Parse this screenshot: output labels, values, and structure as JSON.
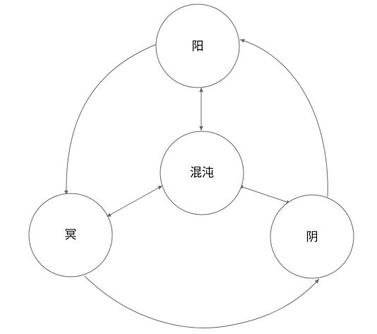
{
  "nodes": {
    "yang": {
      "label": "阳"
    },
    "hundun": {
      "label": "混沌"
    },
    "ming": {
      "label": "冥"
    },
    "yin": {
      "label": "阴"
    }
  },
  "colors": {
    "stroke": "#666666",
    "fill": "#ffffff",
    "text": "#000000"
  }
}
